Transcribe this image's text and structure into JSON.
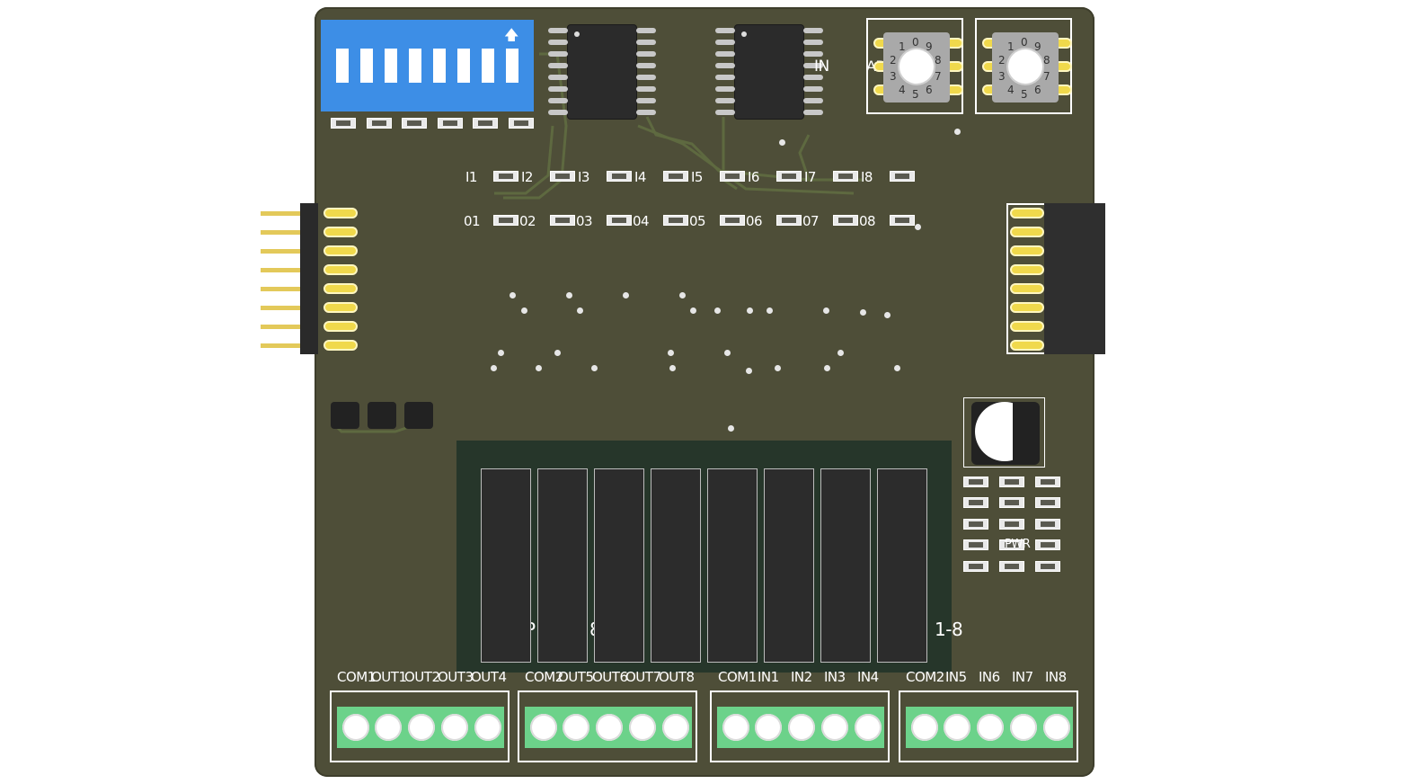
{
  "labels": {
    "inputs_top": [
      "I1",
      "I2",
      "I3",
      "I4",
      "I5",
      "I6",
      "I7",
      "I8"
    ],
    "outputs_top": [
      "01",
      "02",
      "03",
      "04",
      "05",
      "06",
      "07",
      "08"
    ],
    "ic_side_label": "IN",
    "rotary_side_label": "AD",
    "pwr_label": "PWR",
    "relay_partial_left": "P",
    "relay_partial_mid": "8",
    "relay_right_label": "1-8"
  },
  "rotary_digits": [
    "0",
    "9",
    "8",
    "7",
    "6",
    "5",
    "4",
    "3",
    "2",
    "1"
  ],
  "terminals": [
    [
      "COM1",
      "OUT1",
      "OUT2",
      "OUT3",
      "OUT4"
    ],
    [
      "COM2",
      "OUT5",
      "OUT6",
      "OUT7",
      "OUT8"
    ],
    [
      "COM1",
      "IN1",
      "IN2",
      "IN3",
      "IN4"
    ],
    [
      "COM2",
      "IN5",
      "IN6",
      "IN7",
      "IN8"
    ]
  ],
  "colors": {
    "pcb": "#4e4e38",
    "dip_switch": "#3d8ee6",
    "terminal": "#6cd28a",
    "relay": "#2c2c2c",
    "header_gold": "#e3c95a"
  }
}
